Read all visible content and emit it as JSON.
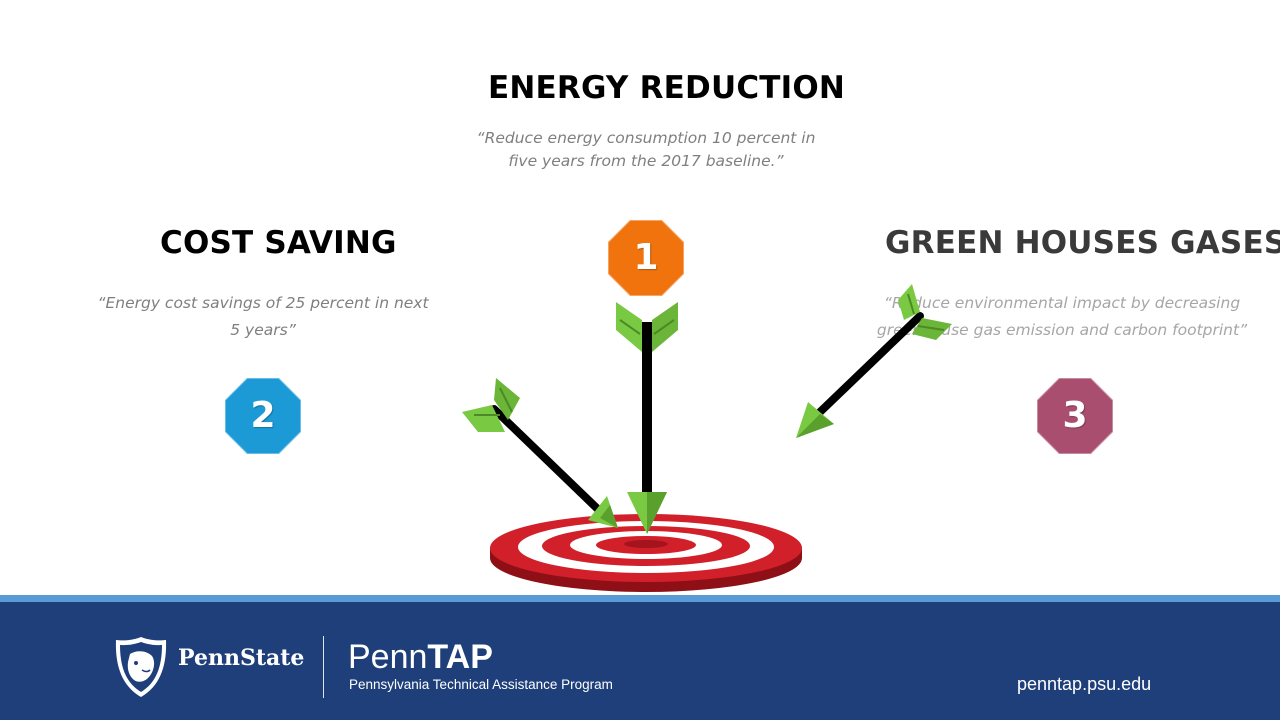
{
  "goals": {
    "energy": {
      "title": "ENERGY REDUCTION",
      "quote_line1": "“Reduce energy consumption 10 percent in",
      "quote_line2": "five years from the 2017 baseline.”",
      "number": "1",
      "color": "#f0730d"
    },
    "cost": {
      "title": "COST SAVING",
      "quote_line1": "“Energy cost savings of 25 percent in next",
      "quote_line2": "5 years”",
      "number": "2",
      "color": "#1b9ad6"
    },
    "ghg": {
      "title": "GREEN HOUSES GASES",
      "quote_line1": "“Reduce environmental impact by decreasing",
      "quote_line2": "greenhouse gas emission and carbon footprint”",
      "number": "3",
      "color": "#a94e6e"
    }
  },
  "footer": {
    "psu_name": "PennState",
    "penntap_prefix": "Penn",
    "penntap_suffix": "TAP",
    "penntap_subtitle": "Pennsylvania Technical Assistance Program",
    "url": "penntap.psu.edu",
    "background": "#1e3f7a",
    "stripe": "#5b9bd5"
  },
  "icons": {
    "badges": "octagon-badge-icon",
    "target": "bullseye-target-icon",
    "arrows": "arrow-icon",
    "logo": "nittany-lion-shield-icon"
  }
}
